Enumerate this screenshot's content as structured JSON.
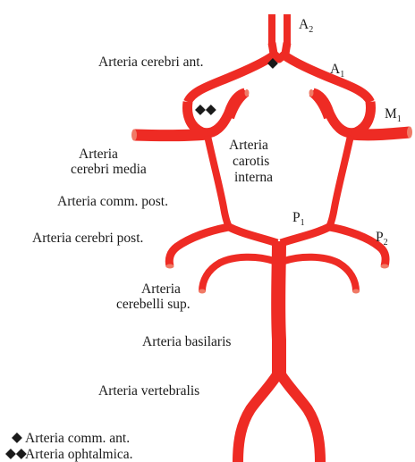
{
  "labels": {
    "a2": "A",
    "a2_sub": "2",
    "a1": "A",
    "a1_sub": "1",
    "m1": "M",
    "m1_sub": "1",
    "p1": "P",
    "p1_sub": "1",
    "p2": "P",
    "p2_sub": "2",
    "cerebri_ant": "Arteria cerebri ant.",
    "cerebri_media_1": "Arteria",
    "cerebri_media_2": "cerebri media",
    "carotis_1": "Arteria",
    "carotis_2": "carotis",
    "carotis_3": "interna",
    "comm_post": "Arteria comm. post.",
    "cerebri_post": "Arteria cerebri post.",
    "cerebelli_1": "Arteria",
    "cerebelli_2": "cerebelli sup.",
    "basilaris": "Arteria basilaris",
    "vertebralis": "Arteria vertebralis"
  },
  "legend": [
    {
      "marker": "◆",
      "text": "Arteria comm. ant."
    },
    {
      "marker": "◆◆",
      "text": "Arteria ophtalmica."
    }
  ],
  "markers": {
    "comm_ant": "◆",
    "ophtalmica": "◆◆"
  },
  "colors": {
    "artery": "#ee2b24",
    "artery_cut": "#f07a66",
    "text": "#1a1a1a"
  }
}
